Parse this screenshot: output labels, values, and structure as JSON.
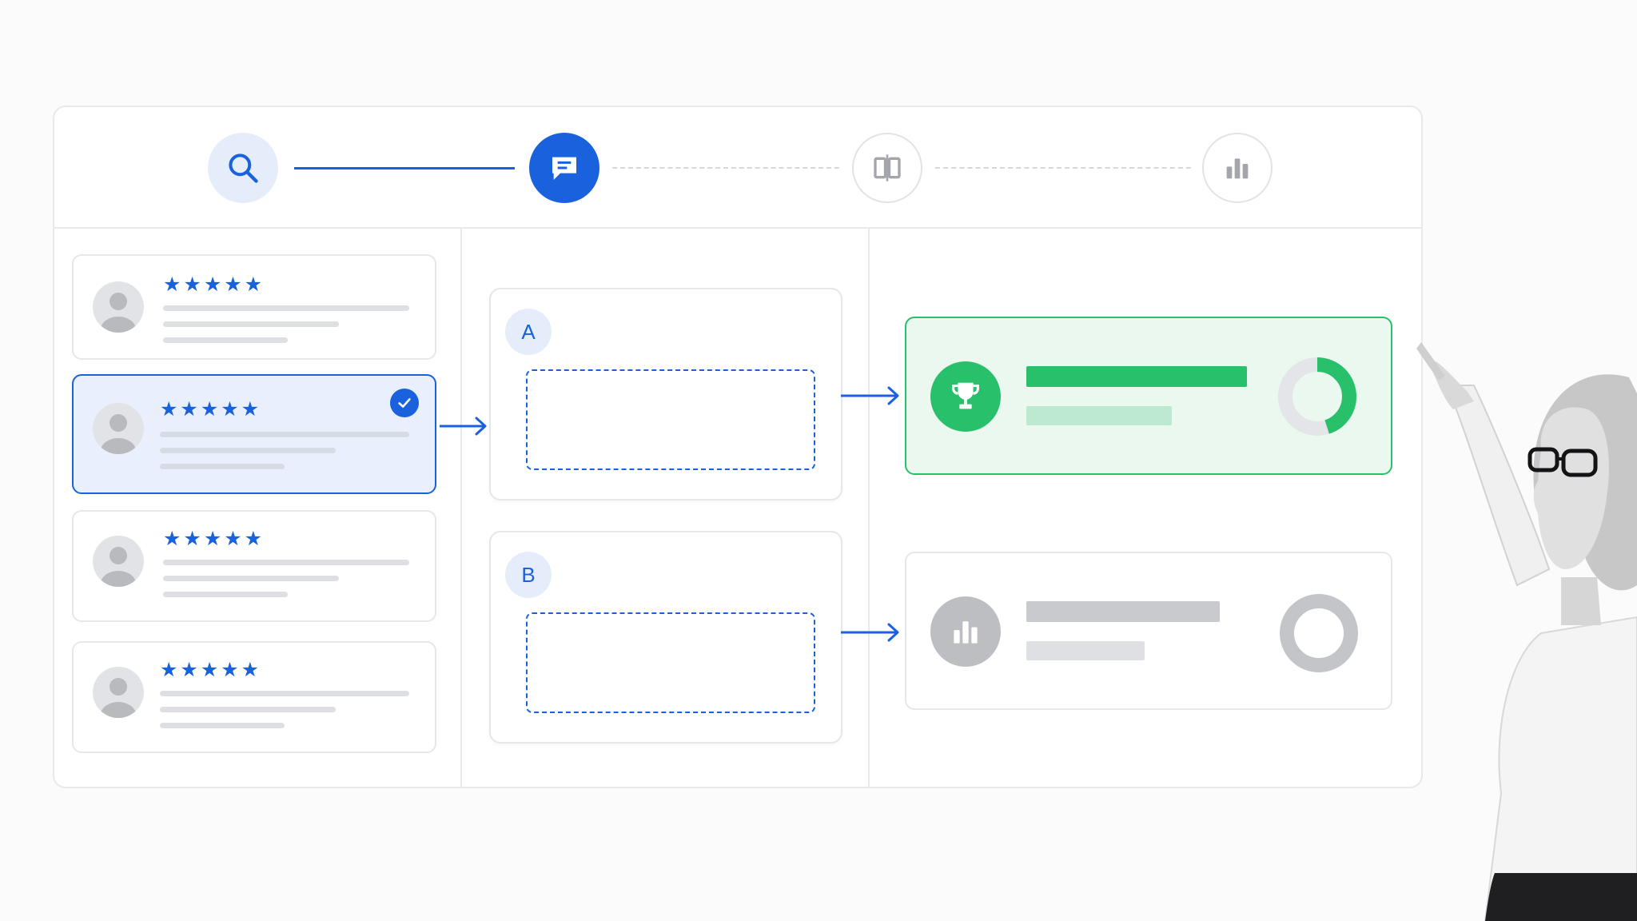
{
  "workflow": {
    "steps": [
      {
        "name": "search",
        "icon": "search-icon",
        "state": "done"
      },
      {
        "name": "reviews",
        "icon": "chat-icon",
        "state": "active"
      },
      {
        "name": "compare",
        "icon": "compare-icon",
        "state": "todo"
      },
      {
        "name": "analytics",
        "icon": "bar-chart-icon",
        "state": "todo"
      }
    ]
  },
  "reviews": [
    {
      "stars": "★★★★★",
      "selected": false
    },
    {
      "stars": "★★★★★",
      "selected": true
    },
    {
      "stars": "★★★★★",
      "selected": false
    },
    {
      "stars": "★★★★★",
      "selected": false
    }
  ],
  "variants": [
    {
      "label": "A"
    },
    {
      "label": "B"
    }
  ],
  "results": [
    {
      "variant": "A",
      "status": "winner",
      "icon": "trophy-icon",
      "donut_fraction": 0.45
    },
    {
      "variant": "B",
      "status": "other",
      "icon": "bar-chart-icon",
      "donut_fraction": 0
    }
  ],
  "colors": {
    "accent": "#1a62dd",
    "accent_light": "#e5edfb",
    "success": "#29c06b",
    "success_light": "#eaf8f0",
    "neutral": "#bdbec2"
  }
}
